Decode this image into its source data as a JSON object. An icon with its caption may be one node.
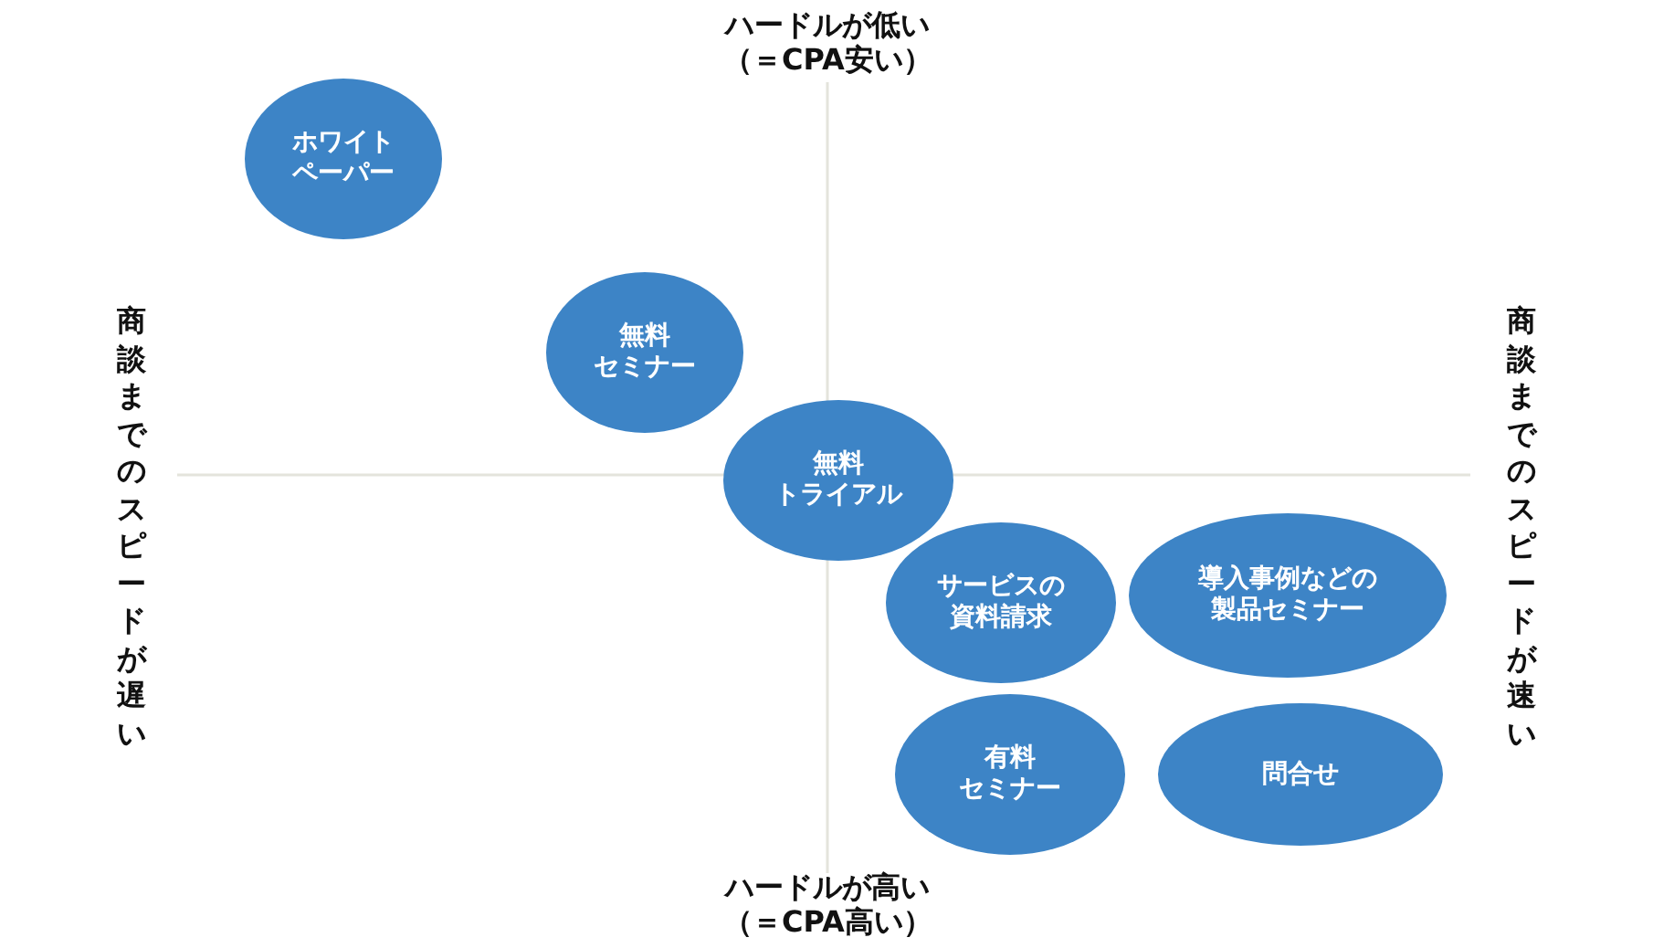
{
  "diagram": {
    "nodes": [
      {
        "text": [
          "ホワイトペーパー"
        ]
      },
      {
        "text": [
          "無料セミナー"
        ]
      },
      {
        "text": [
          "無料トライアル"
        ]
      },
      {
        "text": [
          "サービスの資料請求"
        ]
      },
      {
        "text": [
          "導入事例などの製品セミナー"
        ]
      },
      {
        "text": [
          "有料セミナー"
        ]
      },
      {
        "text": [
          "問合せ"
        ]
      }
    ],
    "labels": [
      "ハードルが低い（＝CPA安い）",
      "商談までのスピードが遅い",
      "商談までのスピードが速い",
      "ハードルが高い（＝CPA高い）"
    ]
  }
}
